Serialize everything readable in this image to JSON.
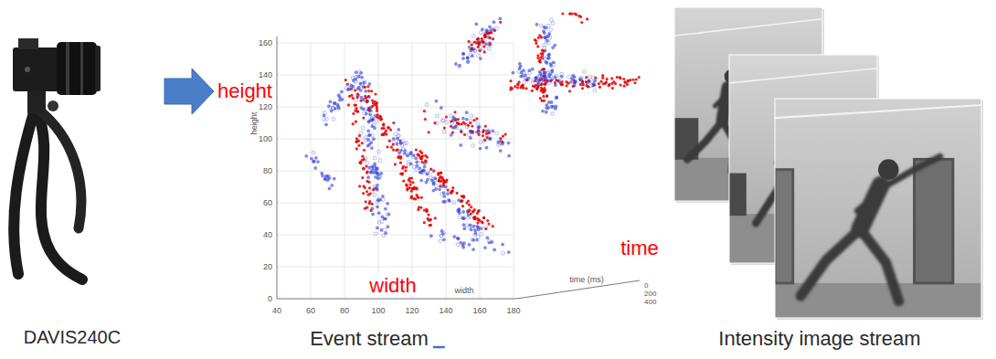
{
  "diagram": {
    "nodes": [
      {
        "text": [
          "DAVIS240C"
        ]
      },
      {
        "text": [
          "Event stream"
        ]
      },
      {
        "text": [
          "Intensity image stream"
        ]
      }
    ],
    "edges": [
      {
        "from": 0,
        "to": 1,
        "arrow": "to"
      }
    ],
    "labels": [
      "height",
      "width",
      "time",
      "height",
      "width",
      "time (ms)",
      "0",
      "200",
      "400",
      "160",
      "140",
      "120",
      "100",
      "80",
      "60",
      "40",
      "20",
      "0",
      "40",
      "60",
      "80",
      "100",
      "120",
      "140",
      "160",
      "180"
    ]
  }
}
